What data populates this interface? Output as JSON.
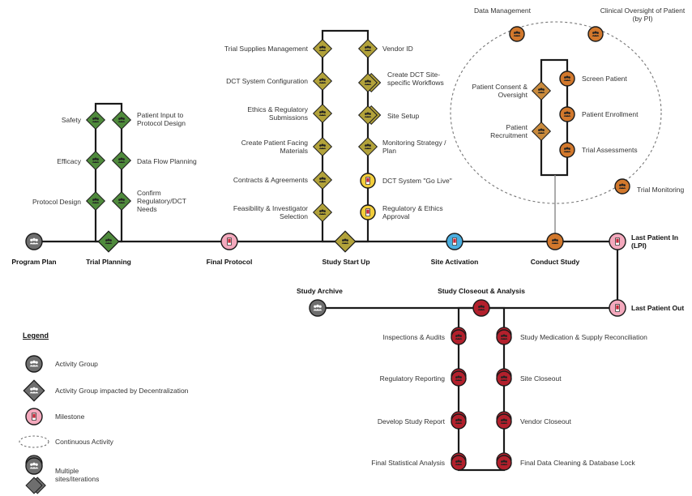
{
  "main_line": {
    "program_plan": "Program Plan",
    "trial_planning": "Trial Planning",
    "final_protocol": "Final Protocol",
    "study_start_up": "Study Start Up",
    "site_activation": "Site Activation",
    "conduct_study": "Conduct Study",
    "last_patient_in": "Last Patient In (LPI)",
    "last_patient_out": "Last Patient Out",
    "study_closeout": "Study Closeout & Analysis",
    "study_archive": "Study Archive"
  },
  "trial_planning": {
    "left": [
      "Safety",
      "Efficacy",
      "Protocol Design"
    ],
    "right": [
      "Patient Input to Protocol Design",
      "Data Flow Planning",
      "Confirm Regulatory/DCT Needs"
    ]
  },
  "start_up": {
    "left": [
      "Trial Supplies Management",
      "DCT System Configuration",
      "Ethics & Regulatory Submissions",
      "Create Patient Facing Materials",
      "Contracts & Agreements",
      "Feasibility & Investigator Selection"
    ],
    "right": [
      "Vendor ID",
      "Create DCT Site-specific Workflows",
      "Site Setup",
      "Monitoring Strategy / Plan",
      "DCT System \"Go Live\"",
      "Regulatory & Ethics Approval"
    ]
  },
  "conduct": {
    "data_management": "Data Management",
    "clinical_oversight": "Clinical Oversight of Patient (by PI)",
    "left": [
      "Patient Consent & Oversight",
      "Patient Recruitment"
    ],
    "right": [
      "Screen Patient",
      "Patient Enrollment",
      "Trial Assessments"
    ],
    "trial_monitoring": "Trial Monitoring"
  },
  "closeout": {
    "left": [
      "Inspections & Audits",
      "Regulatory Reporting",
      "Develop Study Report",
      "Final Statistical Analysis"
    ],
    "right": [
      "Study Medication & Supply Reconciliation",
      "Site Closeout",
      "Vendor Closeout",
      "Final Data Cleaning & Database Lock"
    ]
  },
  "legend": {
    "title": "Legend",
    "activity_group": "Activity Group",
    "decentralized": "Activity Group impacted by Decentralization",
    "milestone": "Milestone",
    "continuous": "Continuous Activity",
    "multiple": "Multiple sites/iterations"
  },
  "colors": {
    "line": "#1a1a1a",
    "diamond_green": "#4f8a3c",
    "diamond_olive": "#b2a23a",
    "diamond_orange": "#c98a3c",
    "node_gray": "#6e6e6e",
    "node_orange": "#d2782c",
    "node_red": "#b3202c",
    "node_blue": "#4aaee0",
    "node_pink": "#f4a9bd",
    "milestone_yellow": "#f2cd3b"
  },
  "icons": {
    "activity_group": "people-icon",
    "decentralized": "diamond-people-icon",
    "milestone": "phone-milestone-icon",
    "continuous": "dashed-ellipse-icon",
    "multiple": "stacked-people-icon"
  }
}
